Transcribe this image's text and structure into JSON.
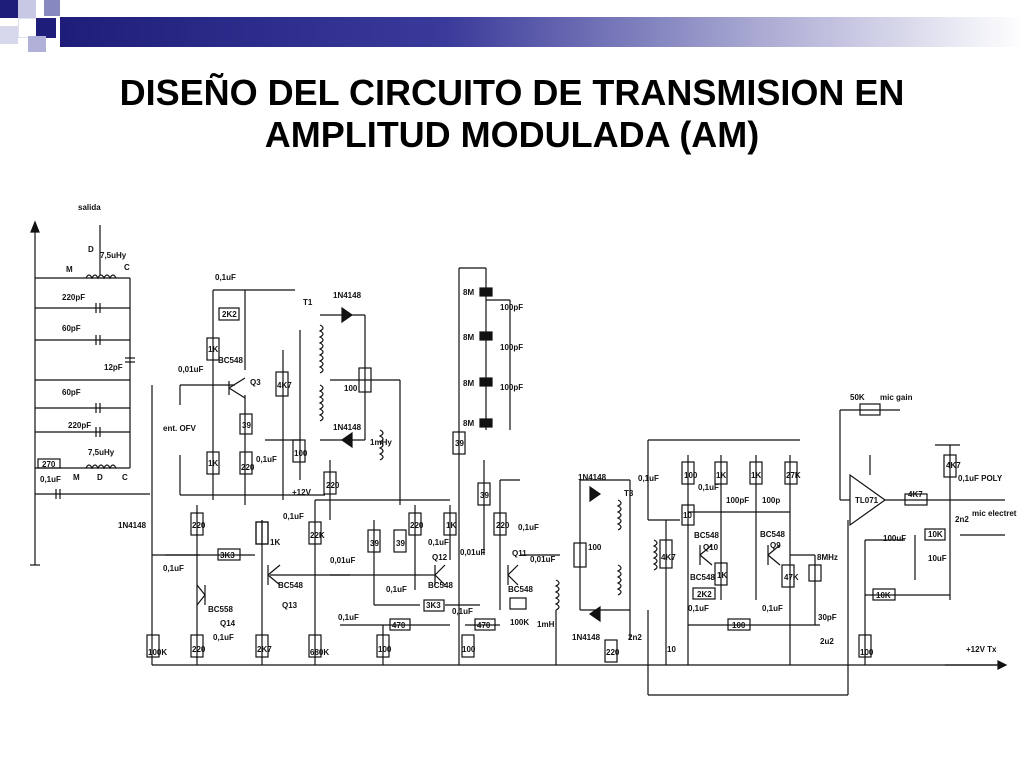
{
  "slide": {
    "title_line1": "DISEÑO DEL CIRCUITO DE TRANSMISION EN",
    "title_line2": "AMPLITUD MODULADA (AM)",
    "colors": {
      "accent_dark": "#1e1e7a",
      "accent_mid": "#3a3a9a",
      "accent_light": "#a8a8d2",
      "ink": "#000000"
    }
  },
  "schematic": {
    "labels": {
      "salida": "salida",
      "D_top": "D",
      "M_top": "M",
      "L_top": "7,5uHy",
      "C_top": "C",
      "c220_top": "220pF",
      "c60_top": "60pF",
      "c12": "12pF",
      "c60_bot": "60pF",
      "c220_bot": "220pF",
      "L_bot": "7,5uHy",
      "r270": "270",
      "c01_left": "0,1uF",
      "M_bot": "M",
      "D_bot": "D",
      "C_bot": "C",
      "d1n4148_left": "1N4148",
      "c01_q3top": "0,1uF",
      "r2k2_q3": "2K2",
      "r1k_q3": "1K",
      "bc548_q3": "BC548",
      "c001": "0,01uF",
      "q3": "Q3",
      "ent_ofv": "ent. OFV",
      "r39_q3": "39",
      "r1k_low": "1K",
      "r220_q3": "220",
      "c01_q3": "0,1uF",
      "r4k7_q3": "4K7",
      "r100_q3": "100",
      "v12": "+12V",
      "c01_q3b": "0,1uF",
      "t1": "T1",
      "d1n4148_t1a": "1N4148",
      "r100_t1": "100",
      "d1n4148_t1b": "1N4148",
      "l1mhy": "1mHy",
      "r220_mid": "220",
      "r22k": "22K",
      "r1k_pot": "1K",
      "c001_mid": "0,01uF",
      "r220_q13": "220",
      "r3k3_q13": "3K3",
      "c01_q13": "0,1uF",
      "bc548_q13": "BC548",
      "q13": "Q13",
      "bc558": "BC558",
      "q14": "Q14",
      "c01_q14": "0,1uF",
      "r100k_left": "100K",
      "r220_q14": "220",
      "r2k7": "2K7",
      "r680k": "680K",
      "c01_bot1": "0,1uF",
      "r470_a": "470",
      "r100_bot1": "100",
      "r39_a": "39",
      "r39_b": "39",
      "r220_q12": "220",
      "c01_q12": "0,1uF",
      "r1k_q12": "1K",
      "q12": "Q12",
      "bc548_q12": "BC548",
      "c01_q12b": "0,1uF",
      "r3k3_q12": "3K3",
      "c001_q12": "0,01uF",
      "c01_bot2": "0,1uF",
      "r470_b": "470",
      "r100_bot2": "100",
      "m8_1": "8M",
      "m8_2": "8M",
      "m8_3": "8M",
      "m8_4": "8M",
      "c100pf_1": "100pF",
      "c100pf_2": "100pF",
      "c100pf_3": "100pF",
      "r39_c": "39",
      "r39_d": "39",
      "r220_q11": "220",
      "c01_q11": "0,1uF",
      "q11": "Q11",
      "c001_q11": "0,01uF",
      "bc548_q11": "BC548",
      "r100k_q11": "100K",
      "l1mh": "1mH",
      "d1n4148_t3a": "1N4148",
      "t3": "T3",
      "r100_t3": "100",
      "d1n4148_t3b": "1N4148",
      "r220_t3": "220",
      "c2n2_t3": "2n2",
      "c01_q10top": "0,1uF",
      "r100_q10": "100",
      "c01_q10": "0,1uF",
      "r1k_q10": "1K",
      "r10_q10": "10",
      "c100pf_q10": "100pF",
      "r1k_q9": "1K",
      "c100p_q9": "100p",
      "r27k": "27K",
      "r4k7_q10": "4K7",
      "bc548_q10": "BC548",
      "q10": "Q10",
      "bc548_q10b": "BC548",
      "r1k_q10b": "1K",
      "r2k2_q10": "2K2",
      "c01_q10b": "0,1uF",
      "r10_bot": "10",
      "r100_q10b": "100",
      "c01_q9": "0,1uF",
      "bc548_q9": "BC548",
      "q9": "Q9",
      "r4k7_q9": "47K",
      "x8mhz": "8MHz",
      "c30pf": "30pF",
      "c2u2": "2u2",
      "r50k": "50K",
      "mic_gain": "mic gain",
      "r4k7_op": "4K7",
      "tl071": "TL071",
      "r4k7_op2": "4K7",
      "c01_poly": "0,1uF POLY",
      "c2n2_op": "2n2",
      "mic_electret": "mic electret",
      "c100uf": "100uF",
      "r10k_a": "10K",
      "c10uf": "10uF",
      "r10k_b": "10K",
      "r100_op": "100",
      "v12tx": "+12V Tx"
    }
  }
}
